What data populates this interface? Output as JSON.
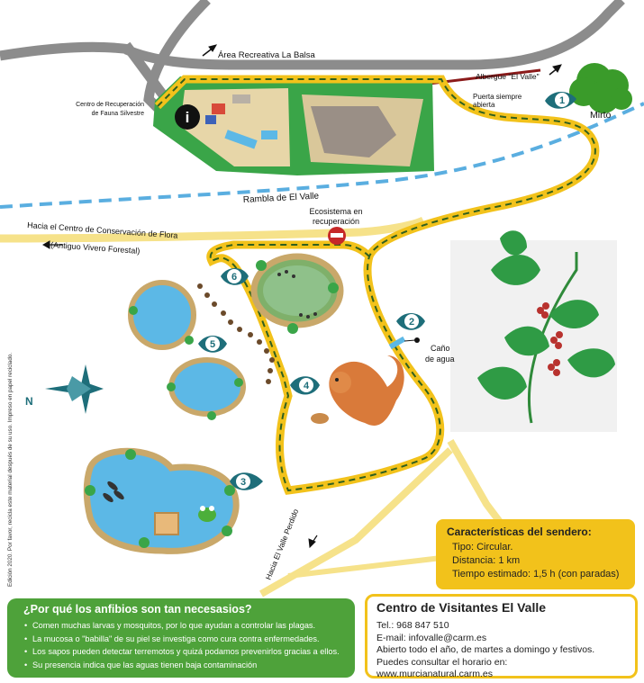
{
  "labels": {
    "recreation_area": "Área Recreativa La Balsa",
    "recovery_center_line1": "Centro de Recuperación",
    "recovery_center_line2": "de Fauna Silvestre",
    "hostel": "Albergue \"El Valle\"",
    "gate_line1": "Puerta siempre",
    "gate_line2": "abierta",
    "mirto": "Mirto",
    "rambla": "Rambla de El Valle",
    "ecosystem_line1": "Ecosistema en",
    "ecosystem_line2": "recuperación",
    "flora_line1": "Hacia el Centro de Conservación de Flora",
    "flora_line2": "(Antiguo Vivero Forestal)",
    "spout_line1": "Caño",
    "spout_line2": "de agua",
    "valle_perdido": "Hacia El Valle Perdido",
    "north": "N",
    "side_note": "Edición 2020. Por favor, recicla este material después de su uso. Impreso en papel reciclado."
  },
  "stops": [
    "1",
    "2",
    "3",
    "4",
    "5",
    "6"
  ],
  "trail_info": {
    "title": "Características del sendero:",
    "type": "Tipo: Circular.",
    "distance": "Distancia: 1 km",
    "time": "Tiempo estimado: 1,5 h (con paradas)"
  },
  "amphibians": {
    "title": "¿Por qué los anfibios son tan necesasios?",
    "items": [
      "Comen muchas larvas y mosquitos, por lo que ayudan a controlar las plagas.",
      "La mucosa o \"babilla\" de su piel se investiga como cura contra enfermedades.",
      "Los sapos pueden detectar terremotos y quizá podamos prevenirlos gracias a ellos.",
      "Su presencia indica que las aguas tienen baja contaminación"
    ]
  },
  "visitor_center": {
    "title": "Centro de Visitantes El Valle",
    "phone": "Tel.: 968 847 510",
    "email": "E-mail: infovalle@carm.es",
    "hours": "Abierto todo el año, de martes a domingo y festivos.",
    "web": "Puedes consultar el horario en: www.murcianatural.carm.es"
  },
  "colors": {
    "road": "#8c8c8c",
    "trail": "#f2c21b",
    "trail_dash": "#2f5f1f",
    "stream": "#5aaee0",
    "pond": "#5cb8e6",
    "pond_rim": "#c9a86a",
    "grass": "#3aa548",
    "badge": "#1e6e7a",
    "amphib_panel": "#4ea23a"
  },
  "icons": [
    "info-icon",
    "no-entry-icon",
    "compass-rose-icon",
    "squirrel-icon",
    "fish-icon",
    "frog-icon",
    "leaf-icon"
  ]
}
